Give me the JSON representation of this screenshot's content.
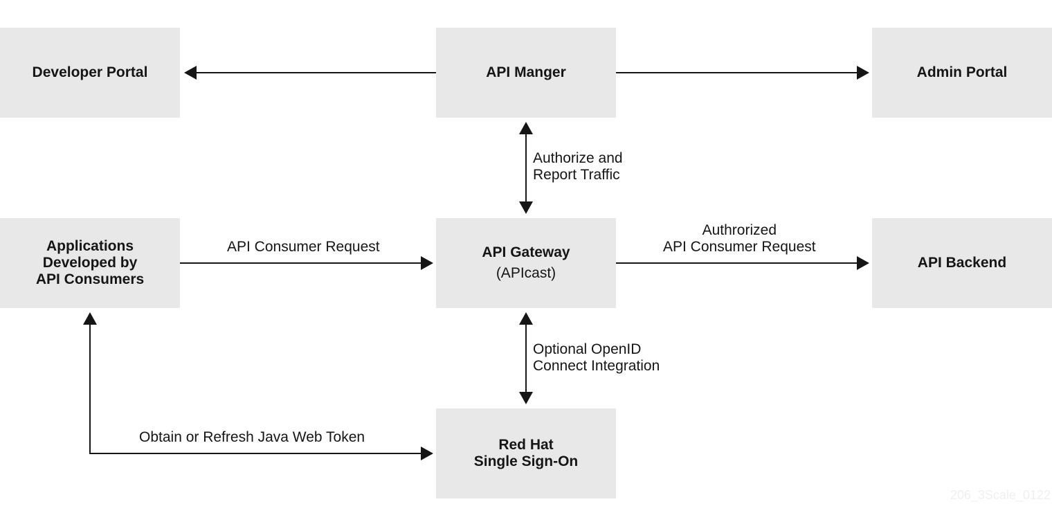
{
  "nodes": {
    "developer_portal": "Developer Portal",
    "api_manager": "API Manger",
    "admin_portal": "Admin Portal",
    "applications": "Applications\nDeveloped by\nAPI Consumers",
    "api_gateway": "API Gateway",
    "api_gateway_sub": "(APIcast)",
    "api_backend": "API Backend",
    "sso": "Red Hat\nSingle Sign-On"
  },
  "edges": {
    "authorize_report": "Authorize and\nReport Traffic",
    "consumer_request": "API Consumer Request",
    "authorized_request": "Authrorized\nAPI Consumer Request",
    "openid": "Optional OpenID\nConnect Integration",
    "token": "Obtain or Refresh Java Web Token"
  },
  "watermark": "206_3Scale_0122"
}
